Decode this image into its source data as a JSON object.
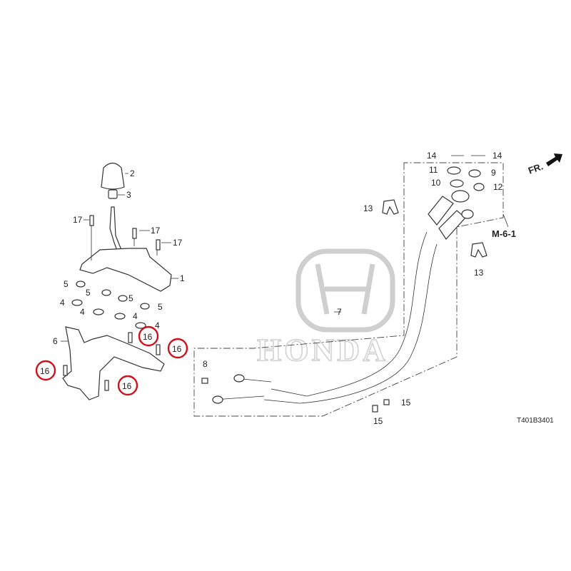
{
  "diagram": {
    "watermark": "HONDA",
    "diagram_code": "T401B3401",
    "direction_label": "FR.",
    "reference_label": "M-6-1",
    "highlight_color": "#d0101a",
    "callouts": {
      "p1": "1",
      "p2": "2",
      "p3": "3",
      "p4a": "4",
      "p4b": "4",
      "p4c": "4",
      "p4d": "4",
      "p5a": "5",
      "p5b": "5",
      "p5c": "5",
      "p5d": "5",
      "p6": "6",
      "p7": "7",
      "p8": "8",
      "p9": "9",
      "p10": "10",
      "p11": "11",
      "p12": "12",
      "p13a": "13",
      "p13b": "13",
      "p14a": "14",
      "p14b": "14",
      "p15a": "15",
      "p15b": "15",
      "p16a": "16",
      "p16b": "16",
      "p16c": "16",
      "p16d": "16",
      "p17a": "17",
      "p17b": "17",
      "p17c": "17"
    }
  }
}
